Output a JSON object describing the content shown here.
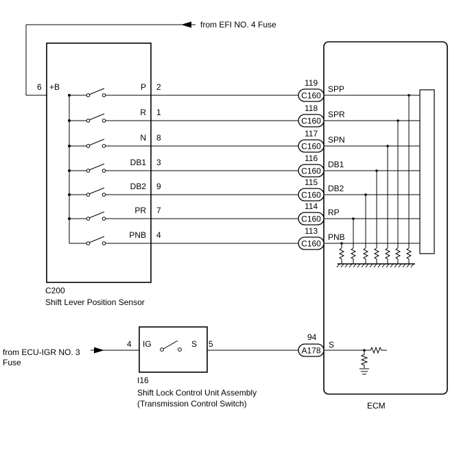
{
  "sensor": {
    "connector": "C200",
    "name": "Shift Lever Position Sensor",
    "plus_b_pin": "6",
    "plus_b_label": "+B",
    "switches": [
      {
        "label": "P",
        "pin": "2"
      },
      {
        "label": "R",
        "pin": "1"
      },
      {
        "label": "N",
        "pin": "8"
      },
      {
        "label": "DB1",
        "pin": "3"
      },
      {
        "label": "DB2",
        "pin": "9"
      },
      {
        "label": "PR",
        "pin": "7"
      },
      {
        "label": "PNB",
        "pin": "4"
      }
    ]
  },
  "fuse_top": "from EFI NO. 4 Fuse",
  "fuse_bottom_line1": "from ECU-IGR NO. 3",
  "fuse_bottom_line2": "Fuse",
  "ecm": {
    "name": "ECM",
    "connector": "C160",
    "inputs": [
      {
        "pin": "119",
        "terminal": "SPP"
      },
      {
        "pin": "118",
        "terminal": "SPR"
      },
      {
        "pin": "117",
        "terminal": "SPN"
      },
      {
        "pin": "116",
        "terminal": "DB1"
      },
      {
        "pin": "115",
        "terminal": "DB2"
      },
      {
        "pin": "114",
        "terminal": "RP"
      },
      {
        "pin": "113",
        "terminal": "PNB"
      }
    ],
    "s_pin": "94",
    "s_connector": "A178",
    "s_terminal": "S"
  },
  "shift_lock": {
    "connector": "I16",
    "name_line1": "Shift Lock Control Unit Assembly",
    "name_line2": "(Transmission Control Switch)",
    "ig_pin": "4",
    "ig_label": "IG",
    "s_label": "S",
    "s_pin": "5"
  }
}
